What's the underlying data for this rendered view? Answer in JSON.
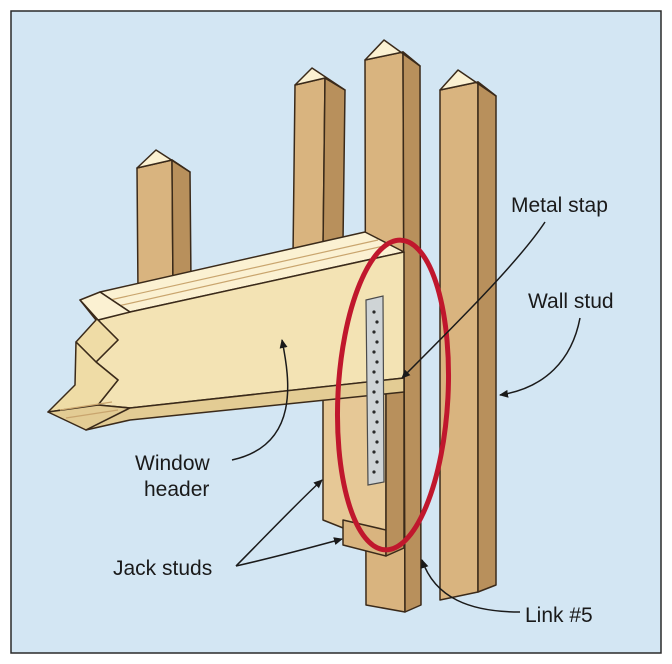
{
  "labels": {
    "metal_strap": "Metal stap",
    "wall_stud": "Wall stud",
    "window_header_line1": "Window",
    "window_header_line2": "header",
    "jack_studs": "Jack studs",
    "link": "Link #5"
  },
  "colors": {
    "background": "#d3e6f3",
    "frame": "#2a2a2a",
    "wood_face": "#f3e3b4",
    "wood_top": "#fbf1d2",
    "wood_shadow": "#c9a56e",
    "stud_face": "#d9b47f",
    "stud_side": "#b8905c",
    "strap": "#cfd4d6",
    "highlight_ellipse": "#c0172d",
    "outline": "#3a2a1a"
  },
  "icon_names": [
    "arrow-icon"
  ]
}
